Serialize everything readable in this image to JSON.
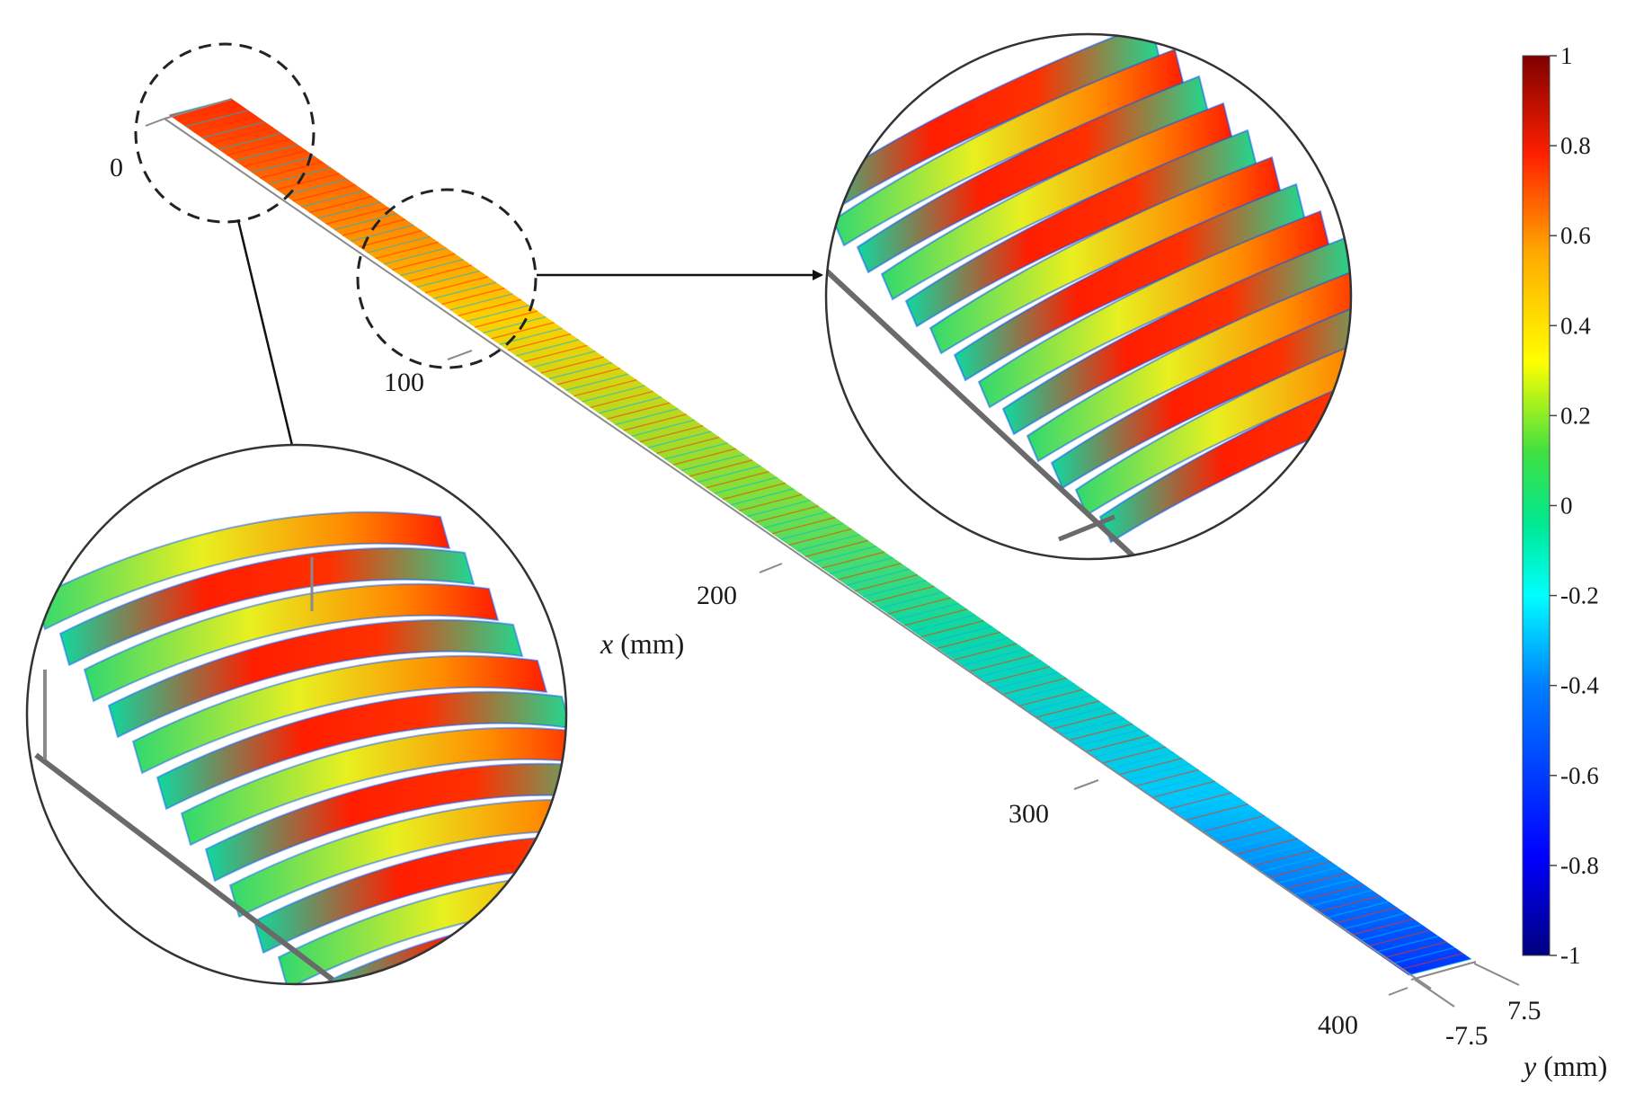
{
  "figure": {
    "x_axis": {
      "title_var": "x",
      "title_unit": " (mm)",
      "ticks": [
        {
          "value": 0,
          "label": "0"
        },
        {
          "value": 100,
          "label": "100"
        },
        {
          "value": 200,
          "label": "200"
        },
        {
          "value": 300,
          "label": "300"
        },
        {
          "value": 400,
          "label": "400"
        }
      ]
    },
    "y_axis": {
      "title_var": "y",
      "title_unit": " (mm)",
      "ticks": [
        {
          "value": -7.5,
          "label": "-7.5"
        },
        {
          "value": 7.5,
          "label": "7.5"
        }
      ]
    },
    "colorbar": {
      "range": [
        -1,
        1
      ],
      "ticks": [
        {
          "value": 1,
          "label": "1"
        },
        {
          "value": 0.8,
          "label": "0.8"
        },
        {
          "value": 0.6,
          "label": "0.6"
        },
        {
          "value": 0.4,
          "label": "0.4"
        },
        {
          "value": 0.2,
          "label": "0.2"
        },
        {
          "value": 0,
          "label": "0"
        },
        {
          "value": -0.2,
          "label": "-0.2"
        },
        {
          "value": -0.4,
          "label": "-0.4"
        },
        {
          "value": -0.6,
          "label": "-0.6"
        },
        {
          "value": -0.8,
          "label": "-0.8"
        },
        {
          "value": -1,
          "label": "-1"
        }
      ],
      "colormap": [
        "#00007f",
        "#0000ff",
        "#007fff",
        "#00ffff",
        "#00e0a0",
        "#40e060",
        "#ffff00",
        "#ff7f00",
        "#ff0000",
        "#7f0000"
      ]
    },
    "colors": {
      "axis_line": "#8a8a8a",
      "callout": "#222222",
      "inset_border": "#333333"
    },
    "insets": [
      {
        "name": "inset-upstream",
        "source_x_mm": 20
      },
      {
        "name": "inset-midstream",
        "source_x_mm": 95
      }
    ]
  }
}
